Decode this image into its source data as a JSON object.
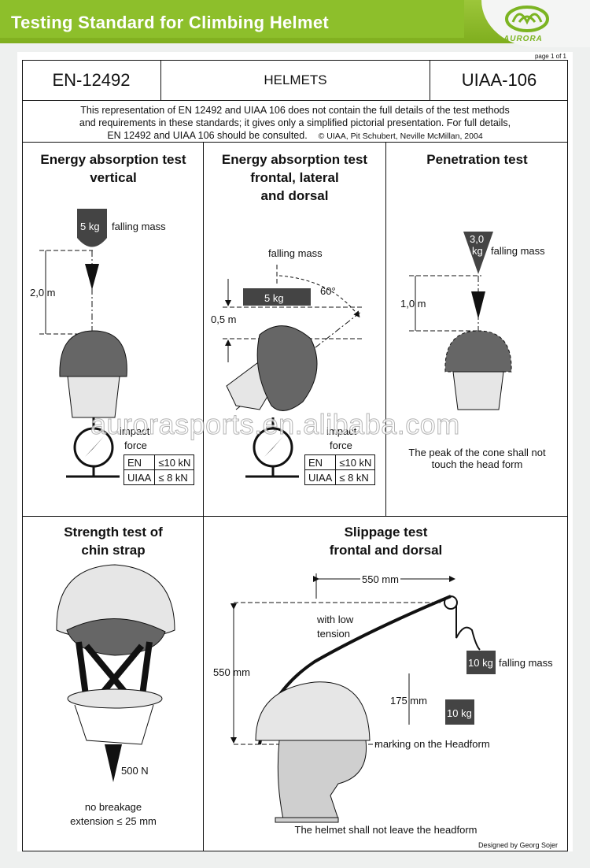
{
  "banner": {
    "title": "Testing Standard for Climbing Helmet",
    "logo": "AURORA",
    "accent": "#8dbf2b"
  },
  "page_number": "page 1 of 1",
  "header": {
    "left": "EN-12492",
    "center": "HELMETS",
    "right": "UIAA-106"
  },
  "disclaimer": {
    "line1": "This representation of EN 12492 and UIAA 106 does not contain the full details of the test methods",
    "line2": "and requirements in these standards; it gives only a simplified pictorial presentation. For full details,",
    "line3": "EN 12492 and UIAA 106 should be consulted.",
    "credit": "© UIAA, Pit Schubert, Neville McMillan, 2004"
  },
  "panel1": {
    "title1": "Energy absorption test",
    "title2": "vertical",
    "mass": "5 kg",
    "mass_label": "falling mass",
    "height": "2,0 m",
    "impact1": "impact",
    "impact2": "force",
    "table": [
      [
        "EN",
        "≤10 kN"
      ],
      [
        "UIAA",
        "≤  8 kN"
      ]
    ]
  },
  "panel2": {
    "title1": "Energy absorption test",
    "title2": "frontal, lateral",
    "title3": "and dorsal",
    "mass_label": "falling mass",
    "mass": "5 kg",
    "angle": "60°",
    "height": "0,5 m",
    "impact1": "impact",
    "impact2": "force",
    "table": [
      [
        "EN",
        "≤10 kN"
      ],
      [
        "UIAA",
        "≤  8 kN"
      ]
    ]
  },
  "panel3": {
    "title": "Penetration test",
    "mass1": "3,0",
    "mass2": "kg",
    "mass_label": "falling mass",
    "height": "1,0 m",
    "note1": "The peak of the cone shall not",
    "note2": "touch the head form"
  },
  "panel4": {
    "title1": "Strength test of",
    "title2": "chin strap",
    "force": "500 N",
    "note1": "no breakage",
    "note2": "extension ≤ 25 mm"
  },
  "panel5": {
    "title1": "Slippage test",
    "title2": "frontal and dorsal",
    "width": "550 mm",
    "height": "550 mm",
    "tension1": "with low",
    "tension2": "tension",
    "mass_top": "10 kg",
    "mass_label": "falling mass",
    "drop": "175 mm",
    "mass_bottom": "10 kg",
    "marking": "marking on the Headform",
    "note": "The helmet shall not leave the headform"
  },
  "designer": "Designed by Georg Sojer",
  "watermark": "aurorasports.en.alibaba.com"
}
